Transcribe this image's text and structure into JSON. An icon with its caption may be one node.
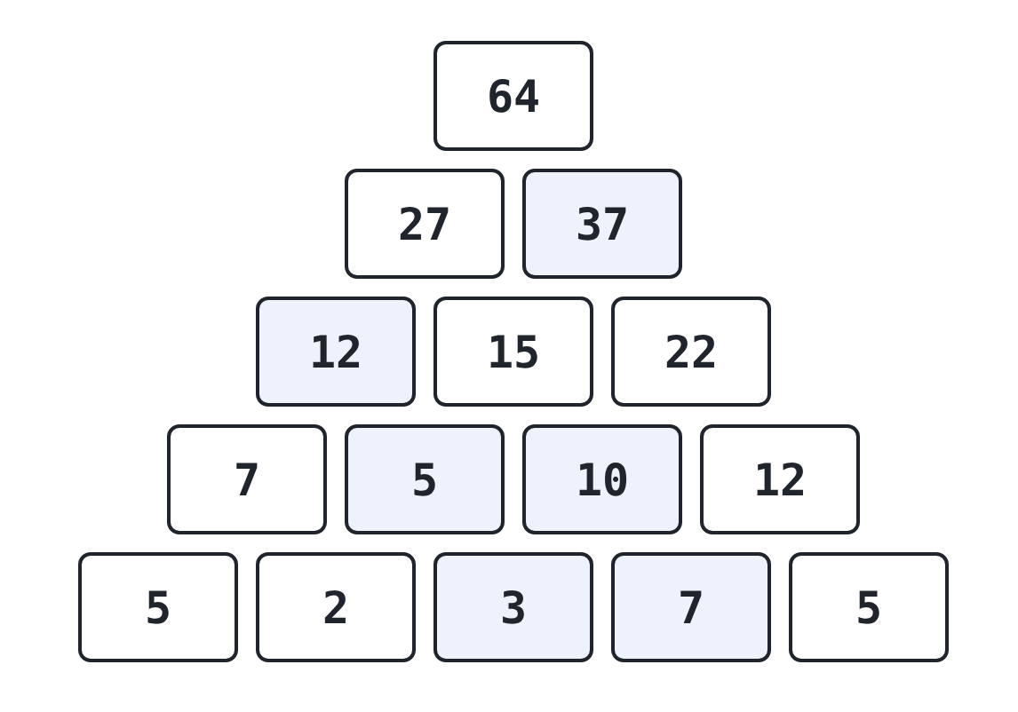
{
  "diagram": {
    "nodes": [
      {
        "text": [
          "64"
        ]
      },
      {
        "text": [
          "27"
        ]
      },
      {
        "text": [
          "37"
        ]
      },
      {
        "text": [
          "12"
        ]
      },
      {
        "text": [
          "15"
        ]
      },
      {
        "text": [
          "22"
        ]
      },
      {
        "text": [
          "7"
        ]
      },
      {
        "text": [
          "5"
        ]
      },
      {
        "text": [
          "10"
        ]
      },
      {
        "text": [
          "12"
        ]
      },
      {
        "text": [
          "5"
        ]
      },
      {
        "text": [
          "2"
        ]
      },
      {
        "text": [
          "3"
        ]
      },
      {
        "text": [
          "7"
        ]
      },
      {
        "text": [
          "5"
        ]
      }
    ]
  }
}
